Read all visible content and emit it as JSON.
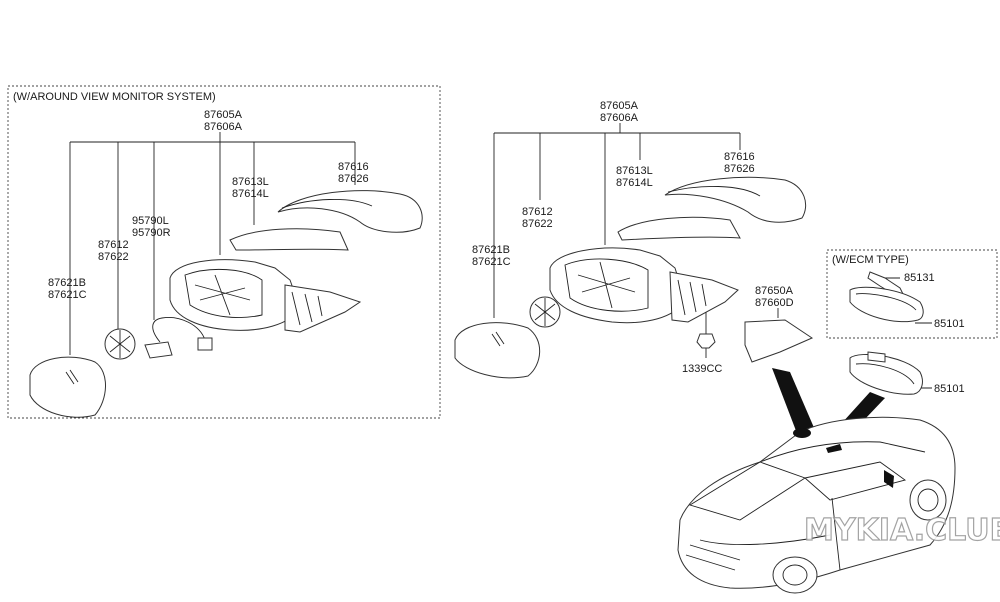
{
  "left_group": {
    "title": "(W/AROUND VIEW MONITOR SYSTEM)",
    "labels": {
      "assy_a": "87605A",
      "assy_b": "87606A",
      "cover_a": "87616",
      "cover_b": "87626",
      "scalp_a": "87613L",
      "scalp_b": "87614L",
      "camera_a": "95790L",
      "camera_b": "95790R",
      "actuator_a": "87612",
      "actuator_b": "87622",
      "glass_a": "87621B",
      "glass_b": "87621C"
    }
  },
  "center_group": {
    "labels": {
      "assy_a": "87605A",
      "assy_b": "87606A",
      "cover_a": "87616",
      "cover_b": "87626",
      "scalp_a": "87613L",
      "scalp_b": "87614L",
      "actuator_a": "87612",
      "actuator_b": "87622",
      "glass_a": "87621B",
      "glass_b": "87621C",
      "bracket_a": "87650A",
      "bracket_b": "87660D",
      "nut": "1339CC"
    }
  },
  "ecm_group": {
    "title": "(W/ECM TYPE)",
    "labels": {
      "sensor": "85131",
      "inside_mirror_ecm": "85101"
    }
  },
  "inside_mirror": {
    "label": "85101"
  },
  "watermark": "MYKIA.CLUB"
}
